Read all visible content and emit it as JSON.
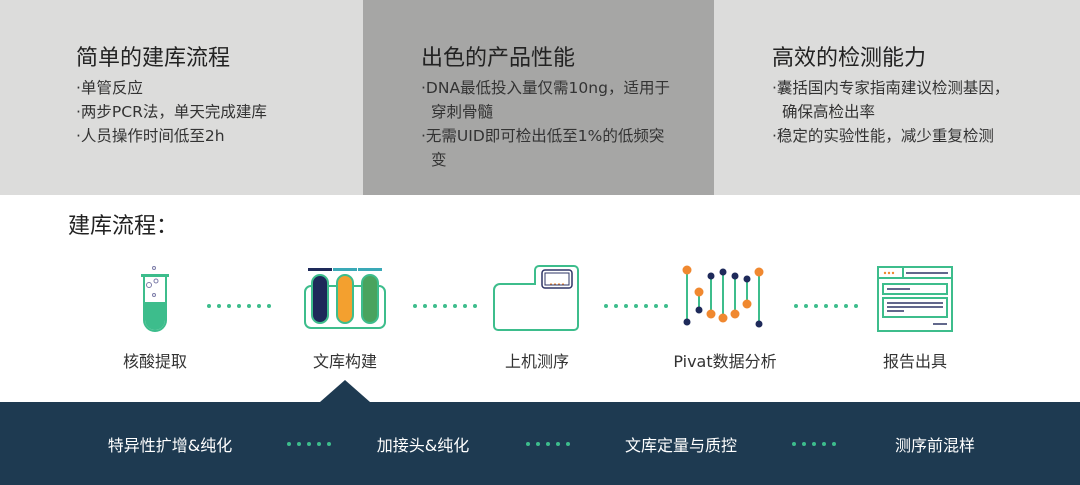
{
  "features": [
    {
      "title": "简单的建库流程",
      "bullets": [
        "·单管反应",
        "·两步PCR法，单天完成建库",
        "·人员操作时间低至2h"
      ]
    },
    {
      "title": "出色的产品性能",
      "bullets": [
        "·DNA最低投入量仅需10ng，适用于穿刺骨髓",
        "·无需UID即可检出低至1%的低频突变"
      ]
    },
    {
      "title": "高效的检测能力",
      "bullets": [
        "·囊括国内专家指南建议检测基因，确保高检出率",
        "·稳定的实验性能，减少重复检测"
      ]
    }
  ],
  "workflow": {
    "title": "建库流程：",
    "steps": [
      "核酸提取",
      "文库构建",
      "上机测序",
      "Pivat数据分析",
      "报告出具"
    ],
    "active_step": "文库构建"
  },
  "substeps": [
    "特异性扩增&纯化",
    "加接头&纯化",
    "文库定量与质控",
    "测序前混样"
  ],
  "colors": {
    "green": "#3dbd8c",
    "navy": "#1e3a51",
    "orange": "#f0882f"
  }
}
